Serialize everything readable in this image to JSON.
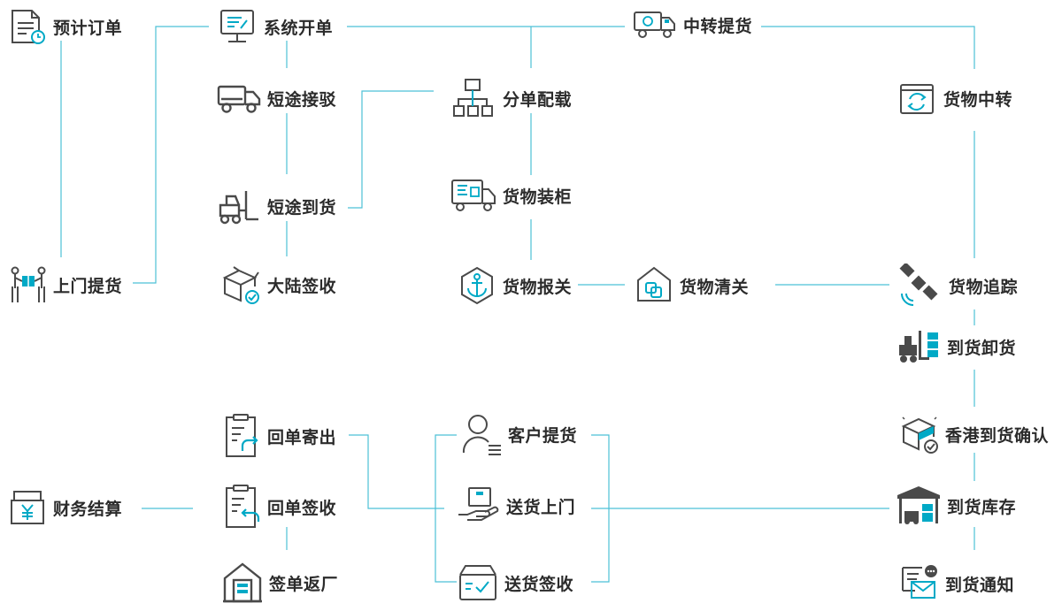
{
  "colors": {
    "accent": "#00a9c6",
    "line": "#4cc0d6",
    "icon": "#4a4a4a",
    "text": "#2b2b2b",
    "background": "#ffffff"
  },
  "nodes": {
    "yuji_dingdan": {
      "label": "预计订单",
      "icon": "document-clock-icon"
    },
    "xitong_kaidan": {
      "label": "系统开单",
      "icon": "monitor-icon"
    },
    "zhongzhuan_tihuo": {
      "label": "中转提货",
      "icon": "transfer-truck-icon"
    },
    "duantu_jiebo": {
      "label": "短途接驳",
      "icon": "truck-icon"
    },
    "fendan_peizai": {
      "label": "分单配载",
      "icon": "org-chart-icon"
    },
    "huowu_zhongzhuan": {
      "label": "货物中转",
      "icon": "transfer-box-icon"
    },
    "huowu_zhuanggui": {
      "label": "货物装柜",
      "icon": "container-truck-icon"
    },
    "duantu_daohuo": {
      "label": "短途到货",
      "icon": "forklift-icon"
    },
    "shangmen_tihuo": {
      "label": "上门提货",
      "icon": "handover-icon"
    },
    "dalu_qianshou": {
      "label": "大陆签收",
      "icon": "box-check-icon"
    },
    "huowu_baoguan": {
      "label": "货物报关",
      "icon": "anchor-icon"
    },
    "huowu_qingguan": {
      "label": "货物清关",
      "icon": "clearance-icon"
    },
    "huowu_zhuizong": {
      "label": "货物追踪",
      "icon": "satellite-icon"
    },
    "daohuo_xiehuo": {
      "label": "到货卸货",
      "icon": "forklift-unload-icon"
    },
    "xianggang_queren": {
      "label": "香港到货确认",
      "icon": "package-check-icon"
    },
    "huidan_jichu": {
      "label": "回单寄出",
      "icon": "clipboard-send-icon"
    },
    "kehu_tihuo": {
      "label": "客户提货",
      "icon": "customer-icon"
    },
    "caiwu_jiesuan": {
      "label": "财务结算",
      "icon": "finance-box-icon"
    },
    "huidan_qianshou": {
      "label": "回单签收",
      "icon": "clipboard-return-icon"
    },
    "songhuo_shangmen": {
      "label": "送货上门",
      "icon": "hand-box-icon"
    },
    "daohuo_kucun": {
      "label": "到货库存",
      "icon": "warehouse-icon"
    },
    "qiandan_fanchang": {
      "label": "签单返厂",
      "icon": "factory-icon"
    },
    "songhuo_qianshou": {
      "label": "送货签收",
      "icon": "delivery-box-icon"
    },
    "daohuo_tongzhi": {
      "label": "到货通知",
      "icon": "mail-notice-icon"
    }
  }
}
